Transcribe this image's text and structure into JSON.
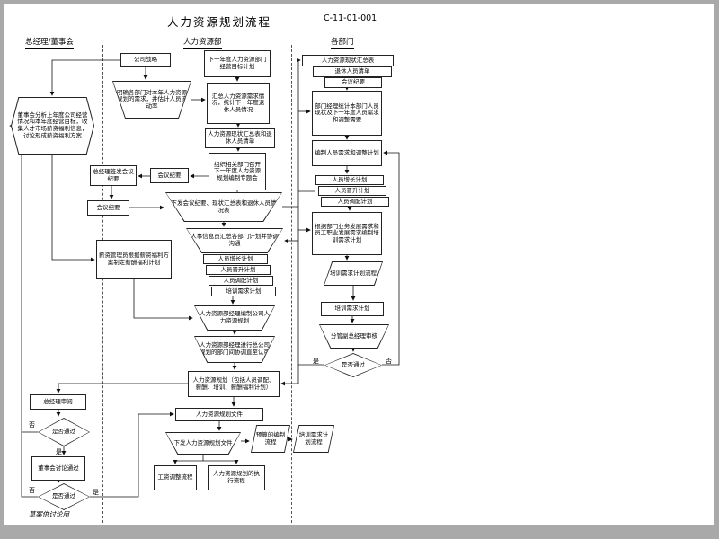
{
  "page": {
    "title": "人力资源规划流程",
    "doc_code": "C-11-01-001",
    "footer_note": "草案供讨论用"
  },
  "lanes": {
    "left": "总经理/董事会",
    "center": "人力资源部",
    "right": "各部门"
  },
  "labels": {
    "yes": "是",
    "no": "否"
  },
  "nodes": {
    "company_strategy": "公司战略",
    "next_year_goal": "下一年度人力资源部门经营目标计划",
    "clarify_demand": "明确各部门对本年人力资源规划的需求，并估计人员流动率",
    "summarize_demand": "汇总人力资源需求情况，统计下一年度退休人员情况",
    "status_docs": "人力资源现状汇总表和退休人员清单",
    "org_meeting": "组织相关部门召开下一年度人力资源规划编制专题会",
    "gm_sign_minutes": "总经理签发会议纪要",
    "minutes_1": "会议纪要",
    "minutes_2": "会议纪要",
    "issue_minutes": "下发会议纪要、现状汇总表和退休人员情况表",
    "hr_info_collect": "人事信息员汇总各部门计划并协调沟通",
    "plan_increase_c": "人员增长计划",
    "plan_promote_c": "人员晋升计划",
    "plan_transfer_c": "人员调配计划",
    "plan_training_c": "培训需求计划",
    "compile_plan": "人力资源部经理编制公司人力资源规划",
    "coordinate_plan": "人力资源部经理进行总公司规划的部门间协调直至认可",
    "hr_plan": "人力资源规划（包括人员调配、薪酬、培训、薪酬福利计划）",
    "plan_file": "人力资源规划文件",
    "issue_plan_file": "下发人力资源规划文件",
    "budget_flow": "预算的编制流程",
    "training_flow_bottom": "培训需求计划流程",
    "salary_adjust_flow": "工资调整流程",
    "exec_flow": "人力资源规划的执行流程",
    "board_analyze": "董事会分析上年度公司经营情况和本年度经营目标，收集人才市场薪资福利信息，讨论形成薪资福利方案",
    "salary_welfare_plan": "薪资管理员根据薪资福利方案制定薪酬福利计划",
    "gm_review": "总经理审阅",
    "decision_1": "是否通过",
    "board_discuss": "董事会讨论通过",
    "decision_2": "是否通过",
    "r_doc_status": "人力资源现状汇总表",
    "r_doc_retire": "退休人员清单",
    "r_doc_minutes": "会议纪要",
    "dept_stat": "部门经理统计本部门人员现状及下一年度人员需求和调整需要",
    "dept_plan": "编制人员需求和调整计划",
    "r_plan_increase": "人员增长计划",
    "r_plan_promote": "人员晋升计划",
    "r_plan_transfer": "人员调配计划",
    "training_need": "根据部门业务发展需求和员工职业发展需求编制培训需求计划",
    "r_training_flow": "培训需求计划流程",
    "r_training_plan": "培训需求计划",
    "vice_gm_review": "分管副总经理审核",
    "decision_r": "是否通过"
  }
}
